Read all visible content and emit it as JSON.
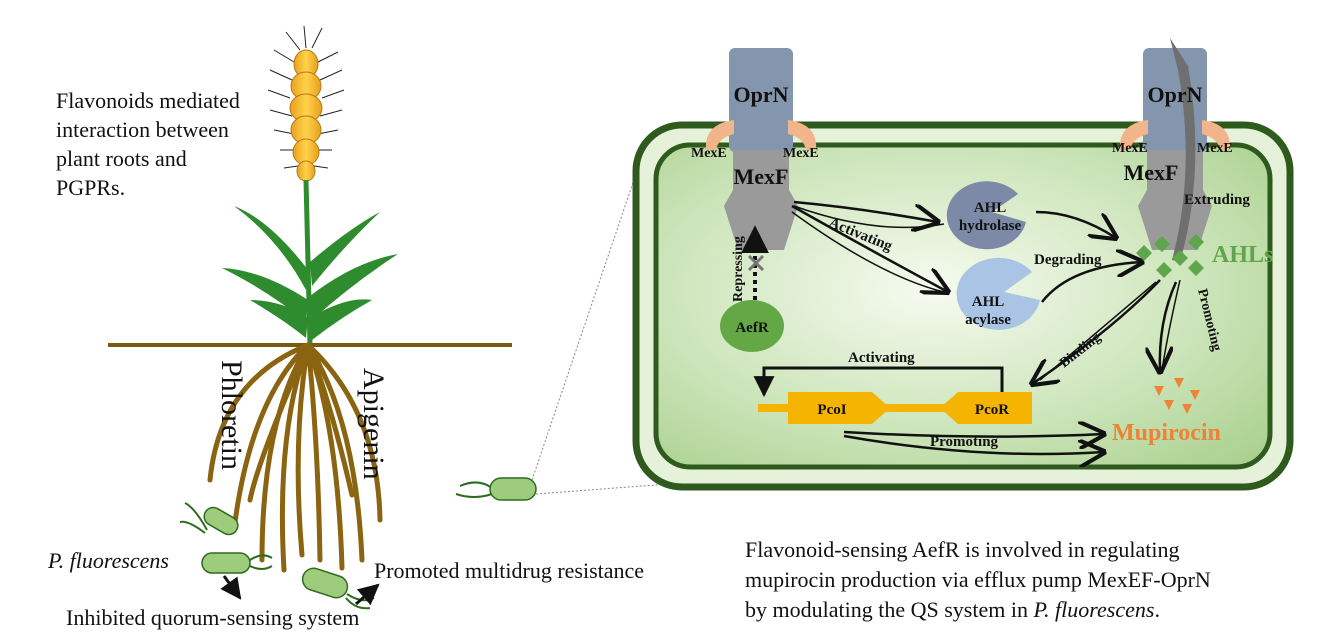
{
  "labels": {
    "plant_caption": [
      "Flavonoids mediated",
      "interaction between",
      "plant roots and",
      "PGPRs."
    ],
    "phloretin": "Phloretin",
    "apigenin": "Apigenin",
    "species": "P. fluorescens",
    "inhibited_qs": "Inhibited quorum-sensing system",
    "promoted_mdr": "Promoted multidrug resistance",
    "oprn_left": "OprN",
    "oprn_right": "OprN",
    "mexe_1": "MexE",
    "mexe_2": "MexE",
    "mexe_3": "MexE",
    "mexe_4": "MexE",
    "mexf_left": "MexF",
    "mexf_right": "MexF",
    "extruding": "Extruding",
    "activating_top": "Activating",
    "repressing": "Repressing",
    "aefr": "AefR",
    "ahl_hydrolase": [
      "AHL",
      "hydrolase"
    ],
    "ahl_acylase": [
      "AHL",
      "acylase"
    ],
    "degrading": "Degrading",
    "ahls": "AHLs",
    "promoting_right": "Promoting",
    "binding": "Binding",
    "activating_mid": "Activating",
    "pcoi": "PcoI",
    "pcor": "PcoR",
    "promoting_bottom": "Promoting",
    "mupirocin": "Mupirocin",
    "summary_caption": [
      "Flavonoid-sensing AefR is involved in regulating",
      "mupirocin production via efflux pump MexEF-OprN",
      "by modulating the QS system in P. fluorescens."
    ],
    "summary_italic": "P. fluorescens"
  },
  "colors": {
    "soil": "#7a5a10",
    "root": "#8a6410",
    "leaf": "#2e8b2e",
    "grain": "#f0b429",
    "bacterium": "#9ccc7c",
    "cell_border": "#2f5a1e",
    "cell_fill": "#d9ecc9",
    "oprn": "#8495ae",
    "mexe": "#f2b48a",
    "mexf": "#9a9a9a",
    "aefr": "#64a845",
    "hydrolase": "#7c8aa8",
    "acylase": "#a9c4e4",
    "ahl": "#5fa54b",
    "mupirocin": "#ee8236",
    "gene": "#f5b400"
  }
}
